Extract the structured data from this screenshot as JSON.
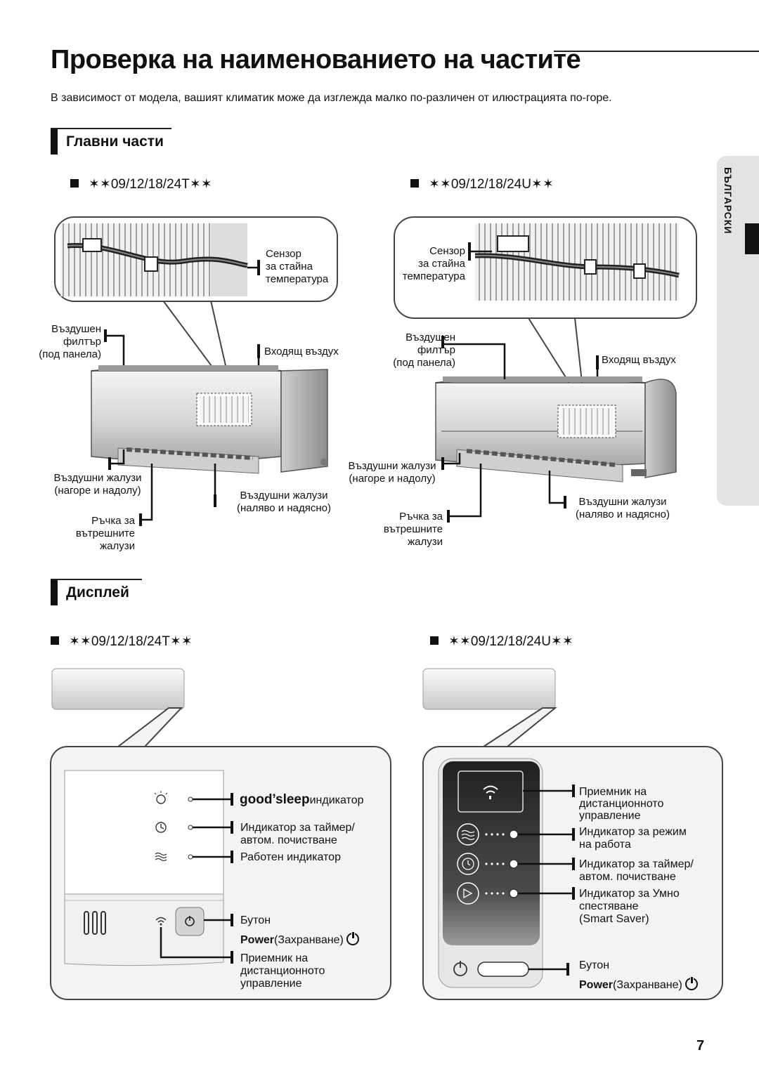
{
  "page": {
    "title": "Проверка на наименованието на частите",
    "intro": "В зависимост от модела, вашият климатик може да изглежда малко по-различен от илюстрацията по-горе.",
    "side_tab": "БЪЛГАРСКИ",
    "page_number": "7"
  },
  "main_parts": {
    "heading": "Главни части",
    "left": {
      "model": "✶✶09/12/18/24T✶✶",
      "sensor": [
        "Сензор",
        "за стайна",
        "температура"
      ],
      "air_filter": [
        "Въздушен",
        "филтър",
        "(под панела)"
      ],
      "air_intake": "Входящ въздух",
      "louvers_ud": [
        "Въздушни жалузи",
        "(нагоре и надолу)"
      ],
      "louvers_lr": [
        "Въздушни жалузи",
        "(наляво и надясно)"
      ],
      "handle": [
        "Ръчка за",
        "вътрешните",
        "жалузи"
      ]
    },
    "right": {
      "model": "✶✶09/12/18/24U✶✶",
      "sensor": [
        "Сензор",
        "за стайна",
        "температура"
      ],
      "air_filter": [
        "Въздушен",
        "филтър",
        "(под панела)"
      ],
      "air_intake": "Входящ въздух",
      "louvers_ud": [
        "Въздушни жалузи",
        "(нагоре и надолу)"
      ],
      "louvers_lr": [
        "Въздушни жалузи",
        "(наляво и надясно)"
      ],
      "handle": [
        "Ръчка за",
        "вътрешните",
        "жалузи"
      ]
    }
  },
  "display": {
    "heading": "Дисплей",
    "left": {
      "model": "✶✶09/12/18/24T✶✶",
      "goodsleep_brand": "good’sleep",
      "goodsleep_label": "индикатор",
      "timer": [
        "Индикатор за таймер/",
        "автом. почистване"
      ],
      "operation": "Работен индикатор",
      "button": "Бутон",
      "power_bold": "Power",
      "power_rest": "(Захранване)",
      "receiver": [
        "Приемник на",
        "дистанционното",
        "управление"
      ]
    },
    "right": {
      "model": "✶✶09/12/18/24U✶✶",
      "receiver": [
        "Приемник на",
        "дистанционното",
        "управление"
      ],
      "mode": [
        "Индикатор за режим",
        "на работа"
      ],
      "timer": [
        "Индикатор за таймер/",
        "автом. почистване"
      ],
      "smart_saver": [
        "Индикатор за Умно",
        "спестяване",
        "(Smart Saver)"
      ],
      "button": "Бутон",
      "power_bold": "Power",
      "power_rest": "(Захранване)"
    }
  }
}
